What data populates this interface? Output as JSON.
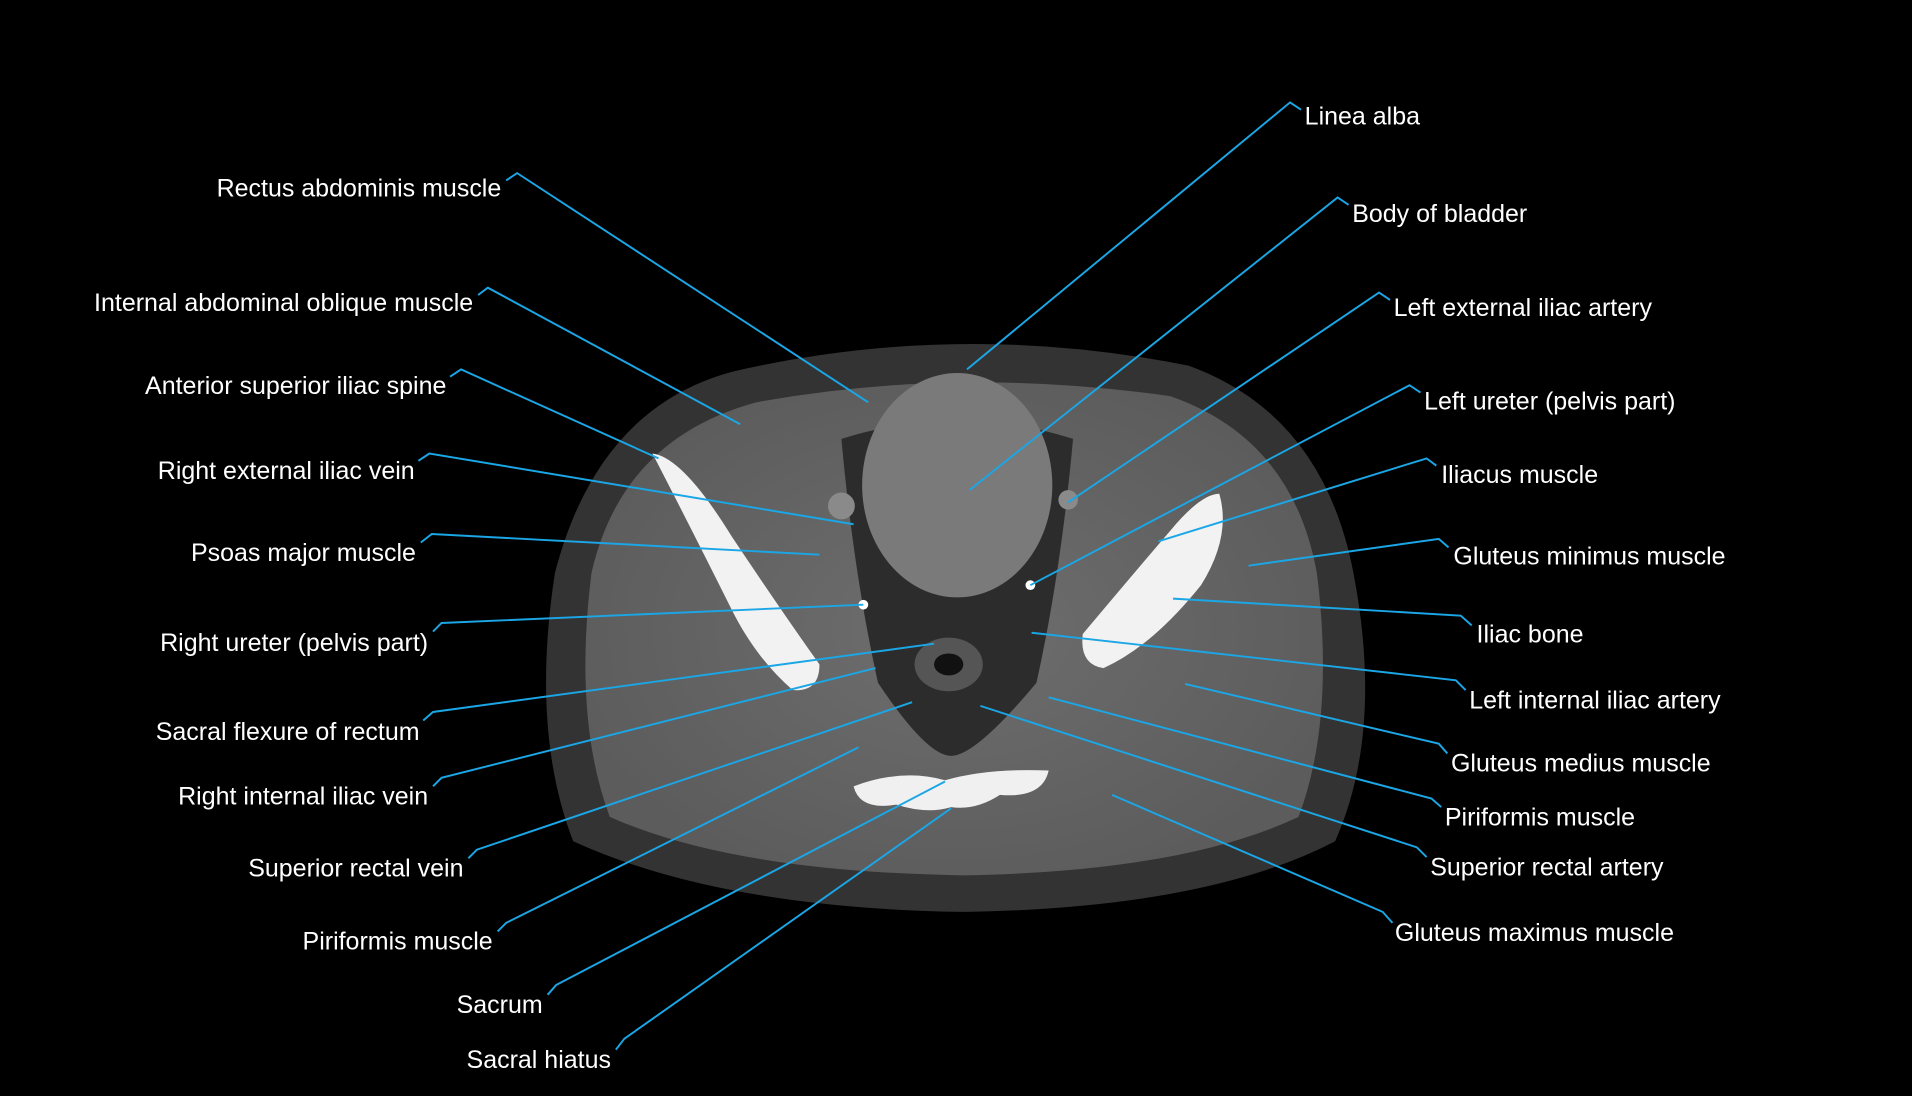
{
  "labels": {
    "left": [
      "Rectus abdominis muscle",
      "Internal abdominal oblique muscle",
      "Anterior superior iliac spine",
      "Right external iliac vein",
      "Psoas major muscle",
      "Right ureter (pelvis part)",
      "Sacral flexure of rectum",
      "Right internal iliac vein",
      "Superior rectal vein",
      "Piriformis muscle",
      "Sacrum",
      "Sacral hiatus"
    ],
    "right": [
      "Linea alba",
      "Body of bladder",
      "Left external iliac artery",
      "Left ureter (pelvis part)",
      "Iliacus muscle",
      "Gluteus minimus muscle",
      "Iliac bone",
      "Left internal iliac artery",
      "Gluteus medius muscle",
      "Piriformis muscle",
      "Superior rectal artery",
      "Gluteus maximus muscle"
    ]
  },
  "colors": {
    "leader_line": "#1ba6e6",
    "label_text": "#ffffff",
    "background": "#000000"
  }
}
